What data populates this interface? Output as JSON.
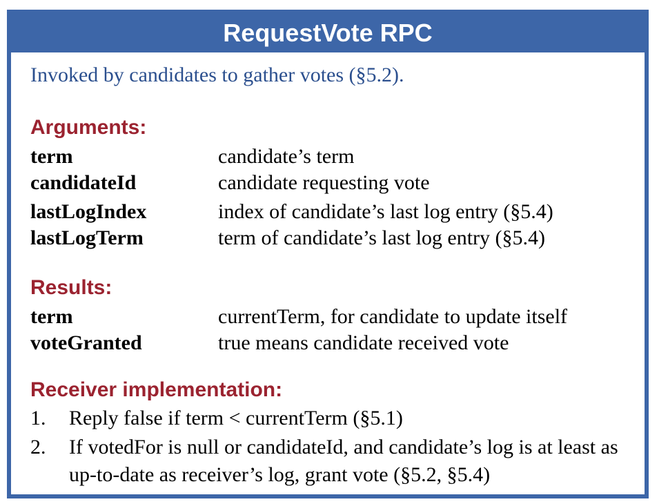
{
  "title": "RequestVote RPC",
  "intro": "Invoked by candidates to gather votes (§5.2).",
  "arguments": {
    "heading": "Arguments:",
    "items": [
      {
        "name": "term",
        "desc": "candidate’s term"
      },
      {
        "name": "candidateId",
        "desc": "candidate requesting vote"
      },
      {
        "name": "lastLogIndex",
        "desc": "index of candidate’s last log entry (§5.4)"
      },
      {
        "name": "lastLogTerm",
        "desc": "term of candidate’s last log entry (§5.4)"
      }
    ]
  },
  "results": {
    "heading": "Results:",
    "items": [
      {
        "name": "term",
        "desc": "currentTerm, for candidate to update itself"
      },
      {
        "name": "voteGranted",
        "desc": "true means candidate received vote"
      }
    ]
  },
  "receiver": {
    "heading": "Receiver implementation:",
    "steps": [
      {
        "num": "1.",
        "text": "Reply false if term < currentTerm (§5.1)"
      },
      {
        "num": "2.",
        "text": "If votedFor is null or candidateId, and candidate’s log is at least as up-to-date as receiver’s log, grant vote (§5.2, §5.4)"
      }
    ]
  },
  "colors": {
    "frame": "#3d66a8",
    "heading": "#9b2330",
    "intro": "#2b4f8e"
  }
}
